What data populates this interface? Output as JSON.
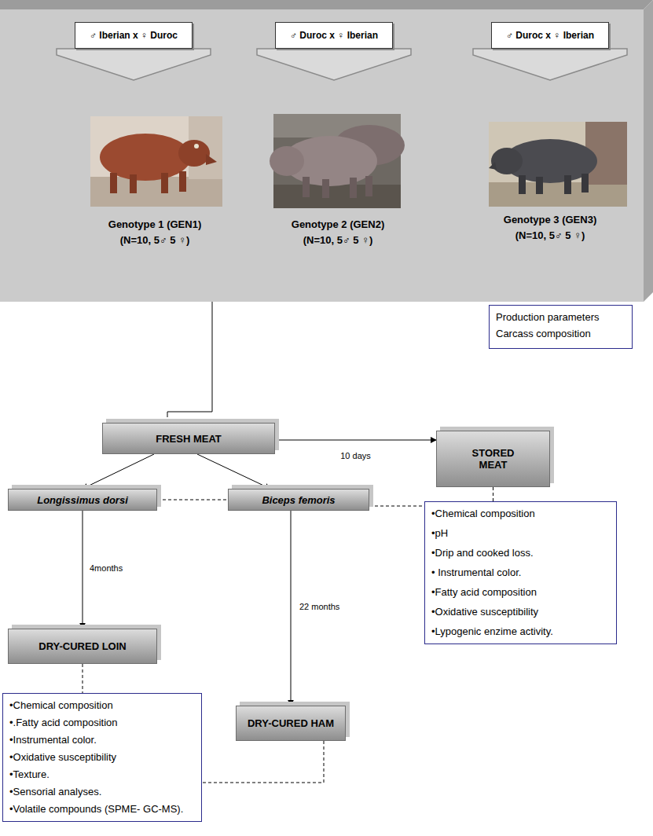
{
  "diagram": {
    "nodes": [
      {
        "text": [
          "♂ Iberian x ♀ Duroc"
        ]
      },
      {
        "text": [
          "♂ Duroc x ♀ Iberian"
        ]
      },
      {
        "text": [
          "♂ Duroc x ♀ Iberian"
        ]
      },
      {
        "text": [
          "Production parameters",
          "Carcass composition"
        ]
      },
      {
        "text": [
          "FRESH MEAT"
        ]
      },
      {
        "text": [
          "STORED MEAT"
        ]
      },
      {
        "text": [
          "Longissimus dorsi"
        ]
      },
      {
        "text": [
          "Biceps femoris"
        ]
      },
      {
        "text": [
          "•Chemical composition",
          "•pH",
          "•Drip and cooked loss.",
          "• Instrumental color.",
          "•Fatty acid composition",
          "•Oxidative susceptibility",
          "•Lypogenic enzime activity."
        ]
      },
      {
        "text": [
          "DRY-CURED LOIN"
        ]
      },
      {
        "text": [
          "DRY-CURED HAM"
        ]
      },
      {
        "text": [
          "•Chemical composition",
          "•.Fatty acid composition",
          "•Instrumental color.",
          "•Oxidative susceptibility",
          "•Texture.",
          "•Sensorial analyses.",
          "•Volatile compounds (SPME- GC-MS)."
        ]
      }
    ],
    "edges": [
      {
        "from": 4,
        "to": 5,
        "arrow": "to",
        "label": "10 days"
      },
      {
        "from": 4,
        "to": 6,
        "arrow": "to"
      },
      {
        "from": 4,
        "to": 7,
        "arrow": "to"
      },
      {
        "from": 6,
        "to": 9,
        "arrow": "to",
        "label": "4months"
      },
      {
        "from": 7,
        "to": 10,
        "arrow": "to",
        "label": "22 months"
      },
      {
        "from": 6,
        "to": 7,
        "arrow": "none"
      },
      {
        "from": 7,
        "to": 8,
        "arrow": "none"
      },
      {
        "from": 5,
        "to": 8,
        "arrow": "none"
      },
      {
        "from": 9,
        "to": 11,
        "arrow": "none"
      },
      {
        "from": 10,
        "to": 11,
        "arrow": "none"
      }
    ],
    "labels": [
      "Genotype 1 (GEN1)",
      "(N=10, 5♂ 5 ♀)",
      "Genotype 2 (GEN2)",
      "(N=10, 5♂ 5 ♀)",
      "Genotype 3 (GEN3)",
      "(N=10, 5♂ 5 ♀)"
    ]
  }
}
